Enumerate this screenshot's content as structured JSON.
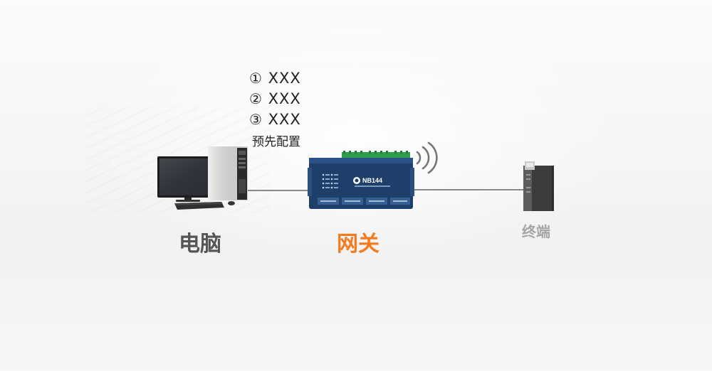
{
  "steps": [
    {
      "num": "①",
      "text": "XXX"
    },
    {
      "num": "②",
      "text": "XXX"
    },
    {
      "num": "③",
      "text": "XXX"
    }
  ],
  "preset_label": "预先配置",
  "nodes": {
    "computer": {
      "label": "电脑",
      "color": "#555555"
    },
    "gateway": {
      "label": "网关",
      "color": "#f47b20",
      "model": "NB144"
    },
    "terminal": {
      "label": "终端",
      "color": "#a5a5a5"
    }
  },
  "link_color": "#8a8a8a",
  "icons": [
    "computer-icon",
    "gateway-device-icon",
    "wireless-signal-icon",
    "terminal-device-icon"
  ]
}
